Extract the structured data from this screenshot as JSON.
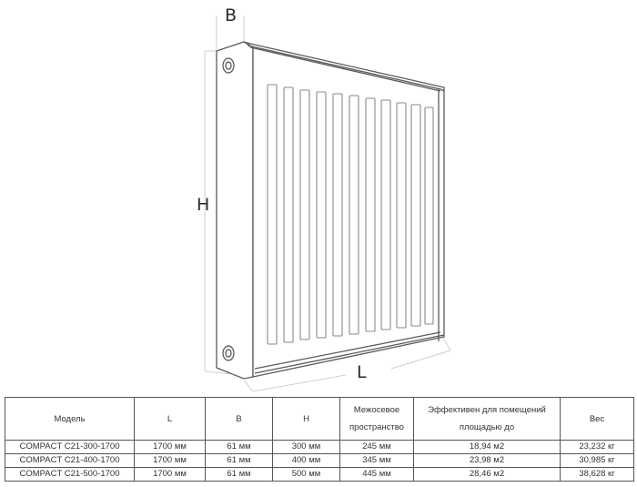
{
  "diagram": {
    "title": "Radiator dimensions diagram",
    "labels": {
      "depth": "B",
      "height": "H",
      "length": "L"
    }
  },
  "table": {
    "headers": [
      "Модель",
      "L",
      "B",
      "H",
      "Межосевое пространство",
      "Эффективен для помещений площадью до",
      "Вес"
    ],
    "header_lines": {
      "spacing": [
        "Межосевое",
        "пространство"
      ],
      "area": [
        "Эффективен для помещений",
        "площадью до"
      ]
    },
    "rows": [
      [
        "COMPACT C21-300-1700",
        "1700 мм",
        "61 мм",
        "300 мм",
        "245 мм",
        "18,94 м2",
        "23,232 кг"
      ],
      [
        "COMPACT C21-400-1700",
        "1700 мм",
        "61 мм",
        "400 мм",
        "345 мм",
        "23,98 м2",
        "30,985 кг"
      ],
      [
        "COMPACT C21-500-1700",
        "1700 мм",
        "61 мм",
        "500 мм",
        "445 мм",
        "28,46 м2",
        "38,628 кг"
      ]
    ]
  }
}
